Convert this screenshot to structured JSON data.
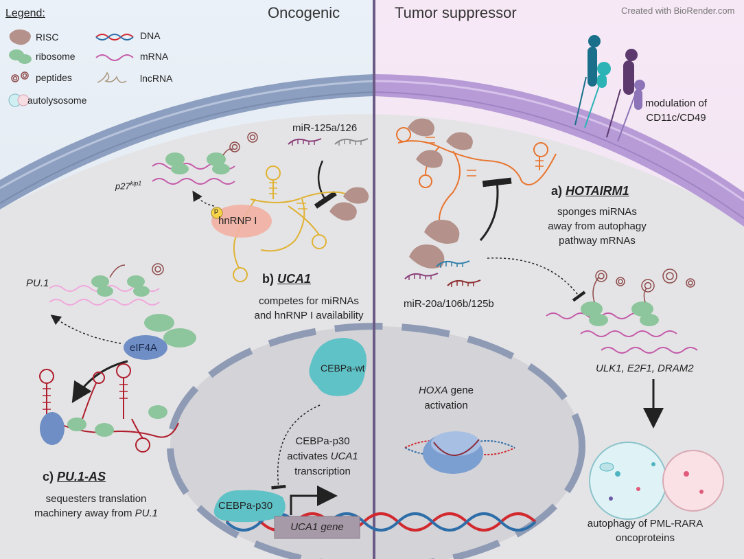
{
  "panels": {
    "left_title": "Oncogenic",
    "right_title": "Tumor suppressor",
    "credit": "Created with BioRender.com"
  },
  "legend": {
    "title": "Legend:",
    "items": {
      "risc": "RISC",
      "ribosome": "ribosome",
      "peptides": "peptides",
      "autolysosome": "autolysosome",
      "dna": "DNA",
      "mrna": "mRNA",
      "lncrna": "lncRNA"
    }
  },
  "left": {
    "mir_label": "miR-125a/126",
    "p27": "p27",
    "p27_sup": "kip1",
    "p_mark": "p",
    "hnrnp": "hnRNP I",
    "uca1_prefix": "b) ",
    "uca1_name": "UCA1",
    "uca1_desc_1": "competes for miRNAs",
    "uca1_desc_2": "and hnRNP I availability",
    "pu1": "PU.1",
    "eif4a": "eIF4A",
    "puas_prefix": "c) ",
    "puas_name": "PU.1-AS",
    "puas_desc_1": "sequesters translation",
    "puas_desc_2": "machinery away from ",
    "puas_desc_2_it": "PU.1",
    "cebpa_wt": "CEBPa-wt",
    "cebpa_p30_1": "CEBPa-p30",
    "activates": "activates ",
    "activates_it": "UCA1",
    "transcription": "transcription",
    "cebpa_p30_box": "CEBPa-p30",
    "uca1_gene": "UCA1 gene"
  },
  "right": {
    "modulation_1": "modulation of",
    "modulation_2": "CD11c/CD49",
    "hot_prefix": "a) ",
    "hot_name": "HOTAIRM1",
    "hot_desc_1": "sponges miRNAs",
    "hot_desc_2": "away from autophagy",
    "hot_desc_3": "pathway mRNAs",
    "mir_label": "miR-20a/106b/125b",
    "genes": "ULK1, E2F1, DRAM2",
    "hoxa_it": "HOXA",
    "hoxa_rest": " gene",
    "activation": "activation",
    "autophagy_1": "autophagy of PML-RARA",
    "autophagy_2": "oncoproteins"
  },
  "colors": {
    "left_bg": "#e6eef7",
    "right_bg": "#f5e6f5",
    "divider": "#6b5a86",
    "membrane_left": "#8d9fc0",
    "membrane_right": "#b79bd6",
    "risc": "#b4918a",
    "ribosome": "#8dc59c",
    "mrna": "#c45aa8",
    "mrna_pink": "#f0a8dc",
    "lncrna_uca1": "#e0b233",
    "lncrna_hotairm1": "#e8742e",
    "lncrna_puas": "#b01d2c",
    "dna_red": "#d2292f",
    "dna_blue": "#2e6ea8",
    "cebpa": "#5fc2c7",
    "eif4a": "#6f8ec5",
    "hnrnp": "#f2b0a2"
  }
}
